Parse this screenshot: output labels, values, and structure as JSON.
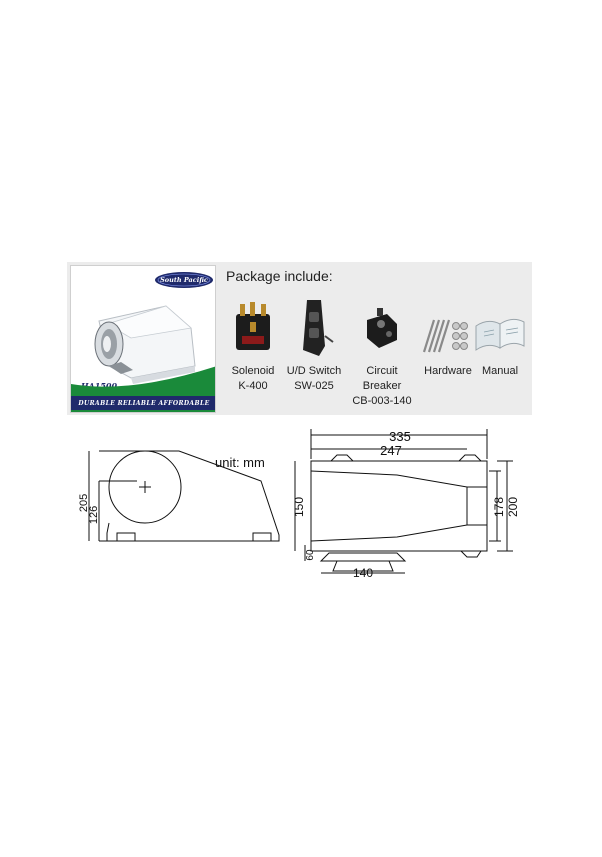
{
  "product": {
    "brand": "South Pacific",
    "model": "HA1500",
    "slogan": "DURABLE  RELIABLE  AFFORDABLE"
  },
  "package": {
    "title": "Package include:",
    "items": [
      {
        "name": "Solenoid",
        "code": "K-400",
        "icon": "solenoid-icon"
      },
      {
        "name": "U/D Switch",
        "code": "SW-025",
        "icon": "switch-icon"
      },
      {
        "name": "Circuit Breaker",
        "code": "CB-003-140",
        "icon": "circuit-breaker-icon"
      },
      {
        "name": "Hardware",
        "code": "",
        "icon": "hardware-icon"
      },
      {
        "name": "Manual",
        "code": "",
        "icon": "manual-icon"
      }
    ]
  },
  "drawing": {
    "unit": "unit: mm",
    "dimensions": {
      "length_overall": "335",
      "length_inner": "247",
      "height_total": "205",
      "height_axis": "126",
      "width_body": "150",
      "width_inner": "178",
      "width_overall": "200",
      "base_height": "60",
      "base_width": "140"
    }
  },
  "colors": {
    "brand_navy": "#1f2a6b",
    "swoosh_green": "#1a8a3a",
    "panel_gray": "#ececec"
  }
}
